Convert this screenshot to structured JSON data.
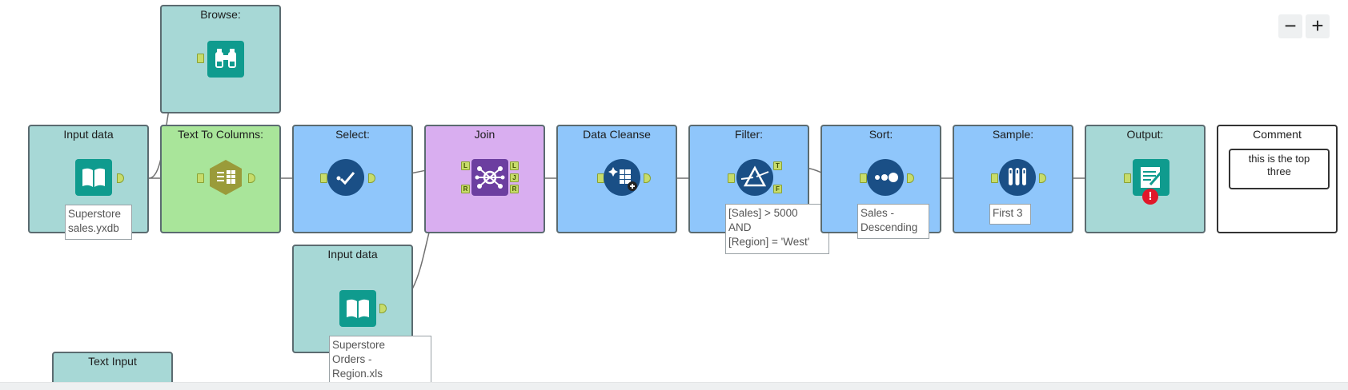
{
  "tools": [
    {
      "id": "browse",
      "label": "Browse:"
    },
    {
      "id": "input1",
      "label": "Input data",
      "annotation": [
        "Superstore",
        "sales.yxdb"
      ]
    },
    {
      "id": "ttc",
      "label": "Text To Columns:"
    },
    {
      "id": "select",
      "label": "Select:"
    },
    {
      "id": "join",
      "label": "Join",
      "anchors_in": [
        "L",
        "R"
      ],
      "anchors_out": [
        "L",
        "J",
        "R"
      ]
    },
    {
      "id": "cleanse",
      "label": "Data Cleanse"
    },
    {
      "id": "filter",
      "label": "Filter:",
      "anchors_out": [
        "T",
        "F"
      ],
      "annotation": [
        "[Sales] > 5000",
        "AND",
        "[Region] = 'West'"
      ]
    },
    {
      "id": "sort",
      "label": "Sort:",
      "annotation": [
        "Sales -",
        "Descending"
      ]
    },
    {
      "id": "sample",
      "label": "Sample:",
      "annotation": [
        "First 3"
      ]
    },
    {
      "id": "output",
      "label": "Output:"
    },
    {
      "id": "comment",
      "label": "Comment",
      "text": [
        "this is the top",
        "three"
      ]
    },
    {
      "id": "input2",
      "label": "Input data",
      "annotation": [
        "Superstore",
        "Orders -",
        "Region.xls"
      ]
    },
    {
      "id": "textinput",
      "label": "Text Input"
    }
  ],
  "zoom": {
    "minus": "−",
    "plus": "+"
  },
  "icons": {
    "browse": "binoculars-icon",
    "input": "book-icon",
    "ttc": "text-to-columns-icon",
    "select": "checkmark-icon",
    "join": "join-network-icon",
    "cleanse": "data-cleanse-icon",
    "filter": "prism-filter-icon",
    "sort": "sort-dots-icon",
    "sample": "test-tubes-icon",
    "output": "output-sheet-icon",
    "error": "error-badge-icon"
  },
  "colors": {
    "teal_tool": "#a7d8d6",
    "green_tool": "#a9e59a",
    "blue_tool": "#8fc6fb",
    "purple_tool": "#d9aef0",
    "teal_icon": "#0f9b8e",
    "navy_icon": "#1a4f86",
    "purple_icon": "#6c3ea0",
    "olive_icon": "#9a9b3a",
    "error": "#e0182a"
  }
}
